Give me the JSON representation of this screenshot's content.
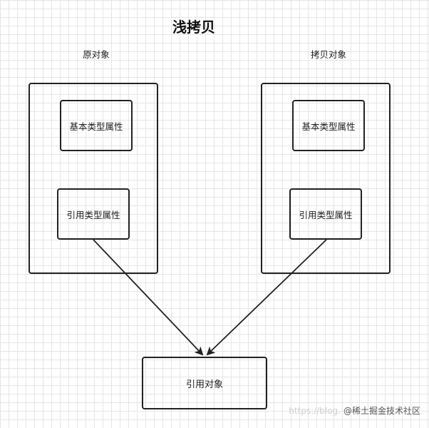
{
  "title": "浅拷贝",
  "left": {
    "caption": "原对象",
    "basic_attr": "基本类型属性",
    "ref_attr": "引用类型属性"
  },
  "right": {
    "caption": "拷贝对象",
    "basic_attr": "基本类型属性",
    "ref_attr": "引用类型属性"
  },
  "target": {
    "label": "引用对象"
  },
  "watermark": {
    "ghost": "https://blog.",
    "text": "@稀土掘金技术社区"
  }
}
